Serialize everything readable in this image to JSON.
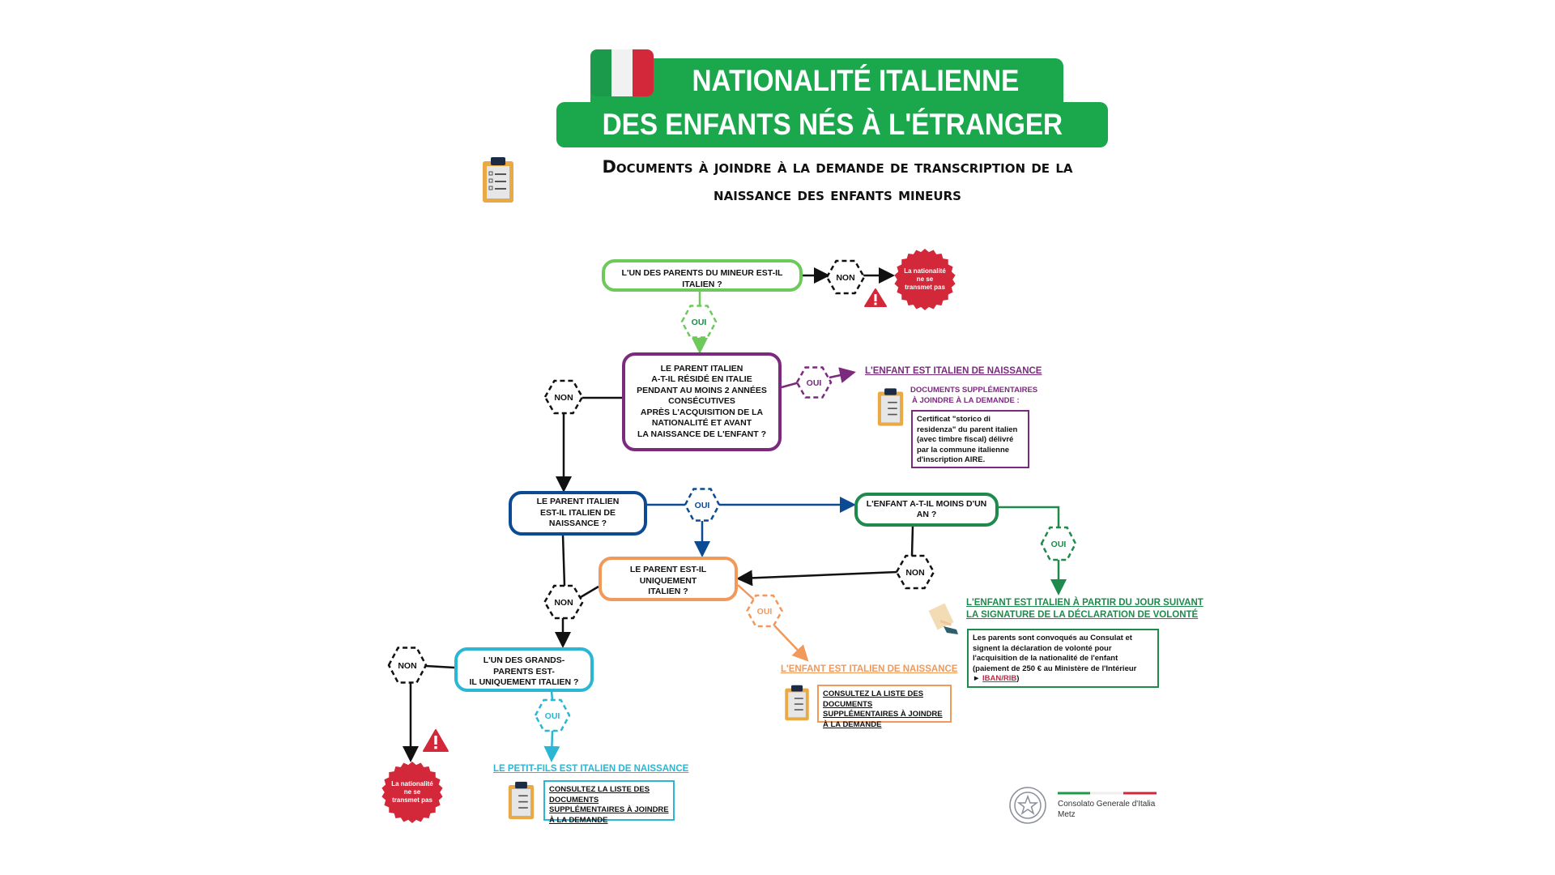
{
  "header": {
    "title_line1": "NATIONALITÉ ITALIENNE",
    "title_line2": "DES ENFANTS NÉS À L'ÉTRANGER",
    "subtitle_line1": "Documents à joindre à la demande de transcription de la",
    "subtitle_line2": "naissance des enfants mineurs"
  },
  "questions": {
    "q1": "L'UN DES PARENTS DU MINEUR EST-IL ITALIEN ?",
    "q2": "LE PARENT ITALIEN\nA-T-IL RÉSIDÉ EN ITALIE\nPENDANT AU MOINS 2 ANNÉES\nCONSÉCUTIVES\nAPRÈS L'ACQUISITION DE LA\nNATIONALITÉ ET AVANT\nLA NAISSANCE DE L'ENFANT ?",
    "q3": "LE PARENT ITALIEN\nEST-IL ITALIEN DE NAISSANCE ?",
    "q4": "L'ENFANT A-T-IL MOINS D'UN AN ?",
    "q5": "LE PARENT EST-IL UNIQUEMENT\nITALIEN ?",
    "q6": "L'UN DES GRANDS-PARENTS EST-\nIL UNIQUEMENT ITALIEN ?"
  },
  "answers": {
    "yes": "OUI",
    "no": "NON"
  },
  "badges": {
    "no_transmission": [
      "La nationalité",
      "ne se",
      "transmet pas"
    ]
  },
  "outcomes": {
    "purple": {
      "title": "L'ENFANT EST ITALIEN DE NAISSANCE",
      "docs_heading_1": "DOCUMENTS SUPPLÉMENTAIRES",
      "docs_heading_2": "À JOINDRE À LA DEMANDE :",
      "docs_text": "Certificat \"storico di residenza\" du parent italien (avec timbre fiscal) délivré par la commune italienne d'inscription AIRE."
    },
    "green": {
      "title_1": "L'ENFANT EST ITALIEN À PARTIR DU JOUR SUIVANT",
      "title_2": "LA SIGNATURE DE LA DÉCLARATION DE VOLONTÉ",
      "text": "Les parents sont convoqués au Consulat et signent la déclaration de volonté pour l'acquisition de la nationalité de l'enfant (paiement de 250 € au Ministère de l'Intérieur",
      "link_prefix": "►",
      "link": "IBAN/RIB",
      "suffix": ")"
    },
    "orange": {
      "title": "L'ENFANT EST ITALIEN DE NAISSANCE",
      "link": "CONSULTEZ LA LISTE DES DOCUMENTS SUPPLÉMENTAIRES À JOINDRE À LA DEMANDE"
    },
    "cyan": {
      "title": "LE PETIT-FILS EST ITALIEN DE NAISSANCE",
      "link": "CONSULTEZ LA LISTE DES DOCUMENTS SUPPLÉMENTAIRES À JOINDRE À LA DEMANDE"
    }
  },
  "footer": {
    "org_line1": "Consolato Generale d'Italia",
    "org_line2": "Metz"
  },
  "colors": {
    "title_green": "#1ba84c",
    "light_green": "#6cc95a",
    "purple": "#7b2a7e",
    "blue": "#0d4a94",
    "dark_green": "#1f8a4c",
    "orange": "#f0995a",
    "cyan": "#2bb6d4",
    "red": "#d3283a"
  }
}
